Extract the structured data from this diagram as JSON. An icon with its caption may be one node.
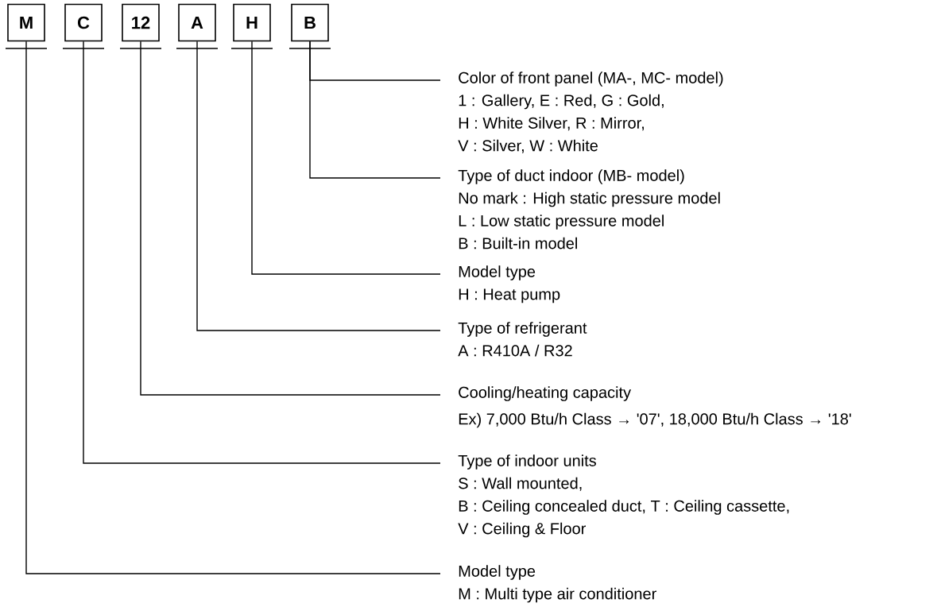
{
  "diagram": {
    "nodes": [
      {
        "text": [
          "M"
        ]
      },
      {
        "text": [
          "C"
        ]
      },
      {
        "text": [
          "12"
        ]
      },
      {
        "text": [
          "A"
        ]
      },
      {
        "text": [
          "H"
        ]
      },
      {
        "text": [
          "B"
        ]
      },
      {
        "text": [
          "Color of front panel (MA-, MC- model)",
          "1 : Gallery, E : Red, G : Gold,",
          "H : White Silver, R : Mirror,",
          "V : Silver, W : White"
        ]
      },
      {
        "text": [
          "Type of duct indoor (MB- model)",
          "No mark : High static pressure model",
          "L : Low static pressure model",
          "B : Built-in model"
        ]
      },
      {
        "text": [
          "Model type",
          "H : Heat pump"
        ]
      },
      {
        "text": [
          "Type of refrigerant",
          "A : R410A / R32"
        ]
      },
      {
        "text": [
          "Cooling/heating capacity",
          "Ex) 7,000 Btu/h Class → '07', 18,000 Btu/h Class → '18'"
        ]
      },
      {
        "text": [
          "Type of indoor units",
          "S : Wall mounted,",
          "B : Ceiling concealed duct, T : Ceiling cassette,",
          "V : Ceiling & Floor"
        ]
      },
      {
        "text": [
          "Model type",
          "M : Multi type air conditioner"
        ]
      }
    ],
    "edges": [
      {
        "from": 5,
        "to": 6,
        "arrow": "none"
      },
      {
        "from": 5,
        "to": 7,
        "arrow": "none"
      },
      {
        "from": 4,
        "to": 8,
        "arrow": "none"
      },
      {
        "from": 3,
        "to": 9,
        "arrow": "none"
      },
      {
        "from": 2,
        "to": 10,
        "arrow": "none"
      },
      {
        "from": 1,
        "to": 11,
        "arrow": "none"
      },
      {
        "from": 0,
        "to": 12,
        "arrow": "none"
      }
    ]
  }
}
